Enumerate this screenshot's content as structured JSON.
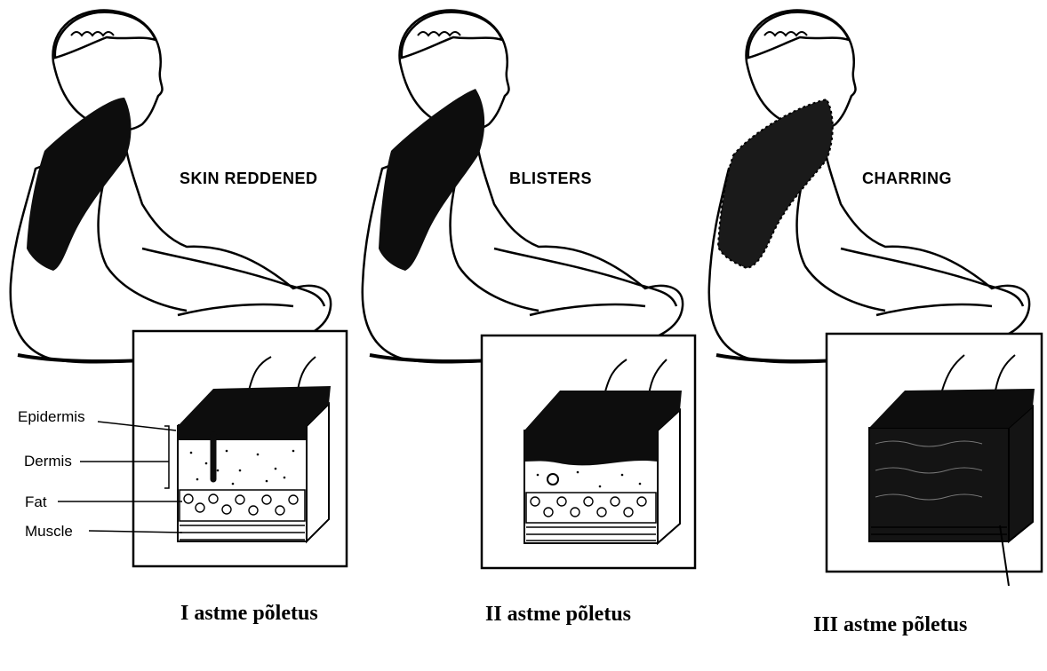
{
  "panels": [
    {
      "label": "SKIN REDDENED",
      "caption": "I astme põletus"
    },
    {
      "label": "BLISTERS",
      "caption": "II astme põletus"
    },
    {
      "label": "CHARRING",
      "caption": "III astme põletus"
    }
  ],
  "layers": [
    "Epidermis",
    "Dermis",
    "Fat",
    "Muscle"
  ],
  "colors": {
    "ink": "#000000",
    "paper": "#ffffff",
    "burn": "#0d0d0d"
  }
}
